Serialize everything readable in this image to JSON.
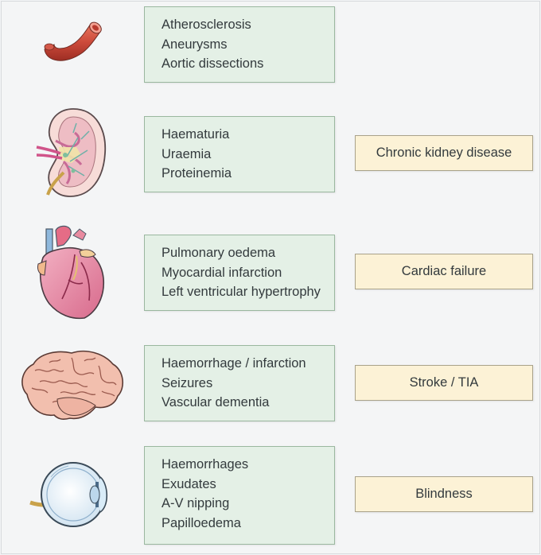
{
  "rows": [
    {
      "organ": "artery-icon",
      "effects": [
        "Atherosclerosis",
        "Aneurysms",
        "Aortic dissections"
      ],
      "outcome": ""
    },
    {
      "organ": "kidney-icon",
      "effects": [
        "Haematuria",
        "Uraemia",
        "Proteinemia"
      ],
      "outcome": "Chronic kidney disease"
    },
    {
      "organ": "heart-icon",
      "effects": [
        "Pulmonary oedema",
        "Myocardial infarction",
        "Left ventricular hypertrophy"
      ],
      "outcome": "Cardiac failure"
    },
    {
      "organ": "brain-icon",
      "effects": [
        "Haemorrhage / infarction",
        "Seizures",
        "Vascular dementia"
      ],
      "outcome": "Stroke / TIA"
    },
    {
      "organ": "eye-icon",
      "effects": [
        "Haemorrhages",
        "Exudates",
        "A-V nipping",
        "Papilloedema"
      ],
      "outcome": "Blindness"
    }
  ],
  "colors": {
    "effect_fill": "#e4f0e6",
    "effect_border": "#9ab79f",
    "outcome_fill": "#fcf2d6",
    "outcome_border": "#a9a28a",
    "text": "#333a3d"
  }
}
